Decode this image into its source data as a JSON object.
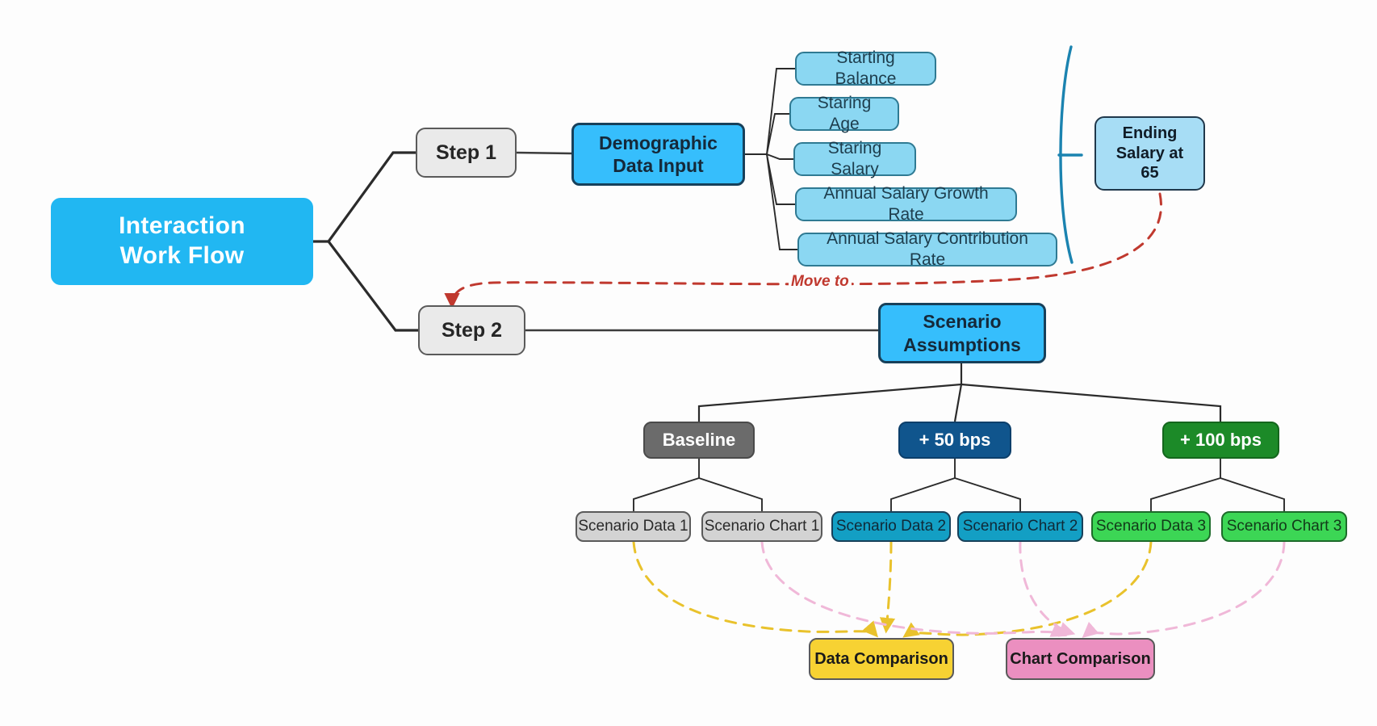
{
  "diagram": {
    "title": "Interaction Work Flow",
    "root": {
      "label": "Interaction\nWork Flow",
      "color": "#21b7f2"
    },
    "steps": [
      {
        "label": "Step 1"
      },
      {
        "label": "Step 2"
      }
    ],
    "step1": {
      "topic": {
        "label": "Demographic\nData Input",
        "color": "#36befc"
      },
      "inputs": [
        {
          "label": "Starting Balance"
        },
        {
          "label": "Staring Age"
        },
        {
          "label": "Staring Salary"
        },
        {
          "label": "Annual Salary Growth Rate"
        },
        {
          "label": "Annual Salary Contribution Rate"
        }
      ],
      "output": {
        "label": "Ending\nSalary at\n65",
        "color": "#a7ddf5"
      }
    },
    "transition": {
      "label": "Move to",
      "color": "#c0392f"
    },
    "step2": {
      "topic": {
        "label": "Scenario\nAssumptions",
        "color": "#36befc"
      },
      "scenarios": [
        {
          "label": "Baseline",
          "color": "#6b6b6b",
          "leaves": [
            {
              "label": "Scenario Data 1"
            },
            {
              "label": "Scenario Chart 1"
            }
          ]
        },
        {
          "label": "+ 50 bps",
          "color": "#10558d",
          "leaves": [
            {
              "label": "Scenario Data 2"
            },
            {
              "label": "Scenario Chart 2"
            }
          ]
        },
        {
          "label": "+ 100 bps",
          "color": "#1c8a28",
          "leaves": [
            {
              "label": "Scenario Data 3"
            },
            {
              "label": "Scenario Chart 3"
            }
          ]
        }
      ],
      "comparisons": [
        {
          "label": "Data Comparison",
          "color": "#f7d233"
        },
        {
          "label": "Chart Comparison",
          "color": "#eb8fc0"
        }
      ]
    }
  }
}
